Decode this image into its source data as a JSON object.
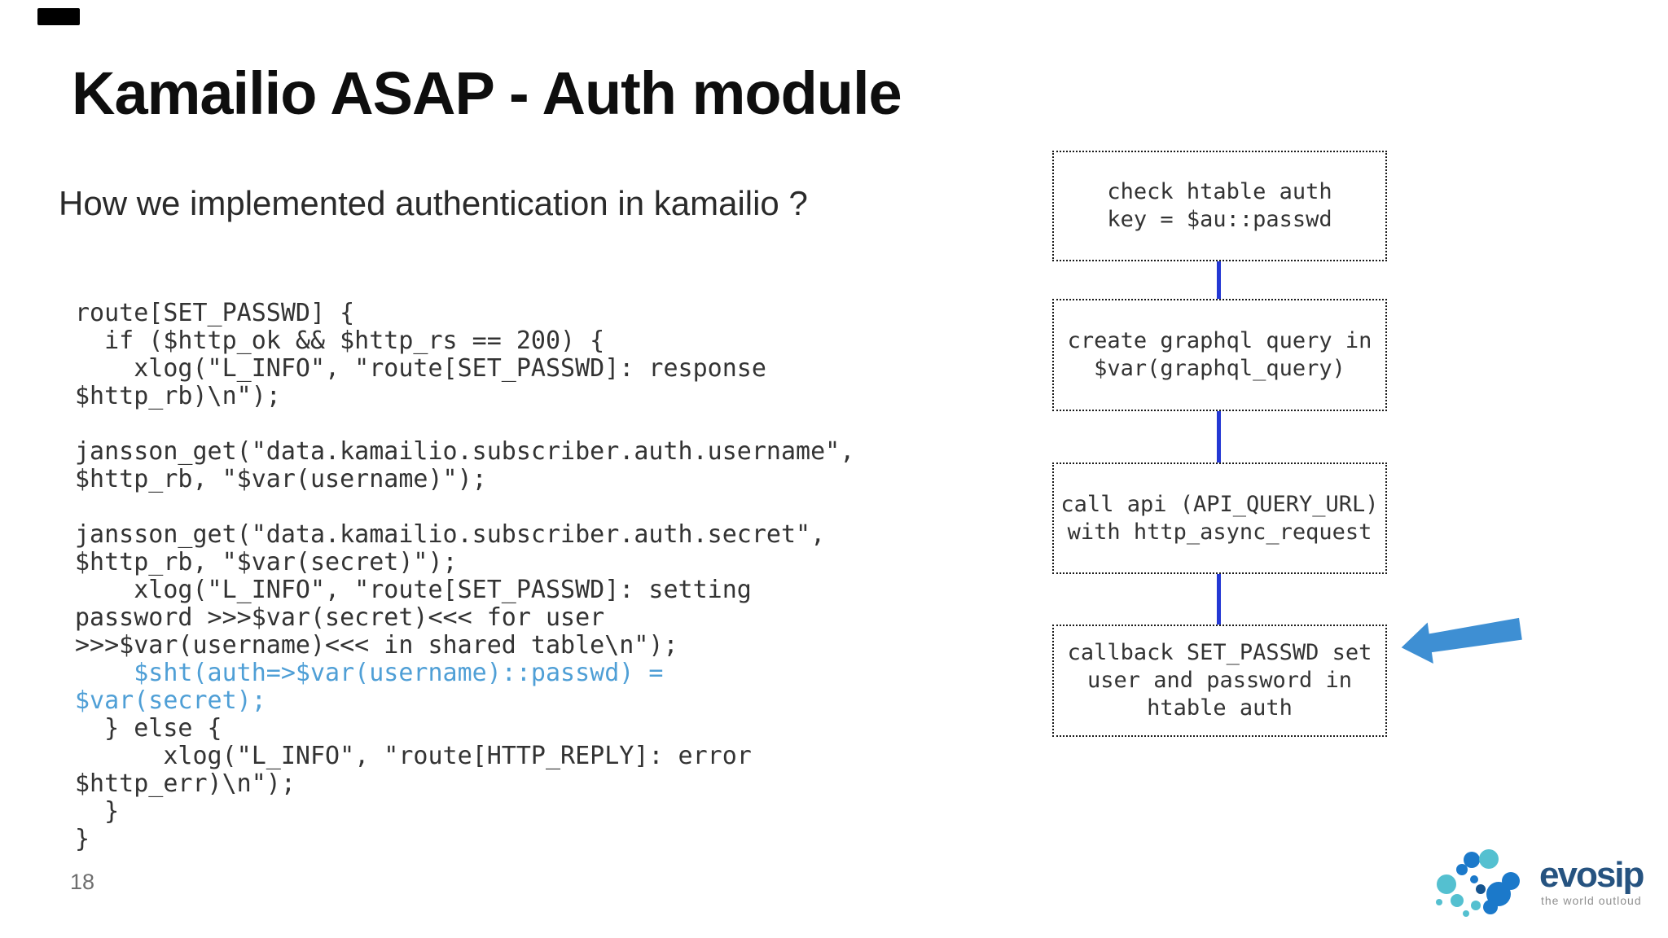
{
  "slide": {
    "title": "Kamailio ASAP - Auth module",
    "subtitle": "How we implemented authentication in kamailio ?",
    "page_number": "18"
  },
  "code": {
    "lines": [
      {
        "t": "route[SET_PASSWD] {"
      },
      {
        "t": "  if ($http_ok && $http_rs == 200) {"
      },
      {
        "t": "    xlog(\"L_INFO\", \"route[SET_PASSWD]: response"
      },
      {
        "t": "$http_rb)\\n\");"
      },
      {
        "t": ""
      },
      {
        "t": "jansson_get(\"data.kamailio.subscriber.auth.username\","
      },
      {
        "t": "$http_rb, \"$var(username)\");"
      },
      {
        "t": ""
      },
      {
        "t": "jansson_get(\"data.kamailio.subscriber.auth.secret\","
      },
      {
        "t": "$http_rb, \"$var(secret)\");"
      },
      {
        "t": "    xlog(\"L_INFO\", \"route[SET_PASSWD]: setting"
      },
      {
        "t": "password >>>$var(secret)<<< for user"
      },
      {
        "t": ">>>$var(username)<<< in shared table\\n\");"
      },
      {
        "t": "    $sht(auth=>$var(username)::passwd) ="
      },
      {
        "t": "$var(secret);"
      },
      {
        "t": "  } else {"
      },
      {
        "t": "      xlog(\"L_INFO\", \"route[HTTP_REPLY]: error"
      },
      {
        "t": "$http_err)\\n\");"
      },
      {
        "t": "  }"
      },
      {
        "t": "}"
      }
    ],
    "highlight_color": "#4f9fd6",
    "text_color": "#333333"
  },
  "flowchart": {
    "boxes": [
      {
        "lines": [
          "check htable auth",
          "key = $au::passwd"
        ]
      },
      {
        "lines": [
          "create graphql query in",
          "$var(graphql_query)"
        ]
      },
      {
        "lines": [
          "call api (API_QUERY_URL)",
          "with http_async_request"
        ]
      },
      {
        "lines": [
          "callback SET_PASSWD set",
          "user and password in",
          "htable auth"
        ]
      }
    ],
    "connector_color": "#2438d4",
    "arrow_color": "#3e8fd3"
  },
  "logo": {
    "wordmark": "evosip",
    "tagline": "the world outloud",
    "wordmark_color": "#265380",
    "teal": "#54c0d0",
    "blue": "#1b79ca"
  }
}
